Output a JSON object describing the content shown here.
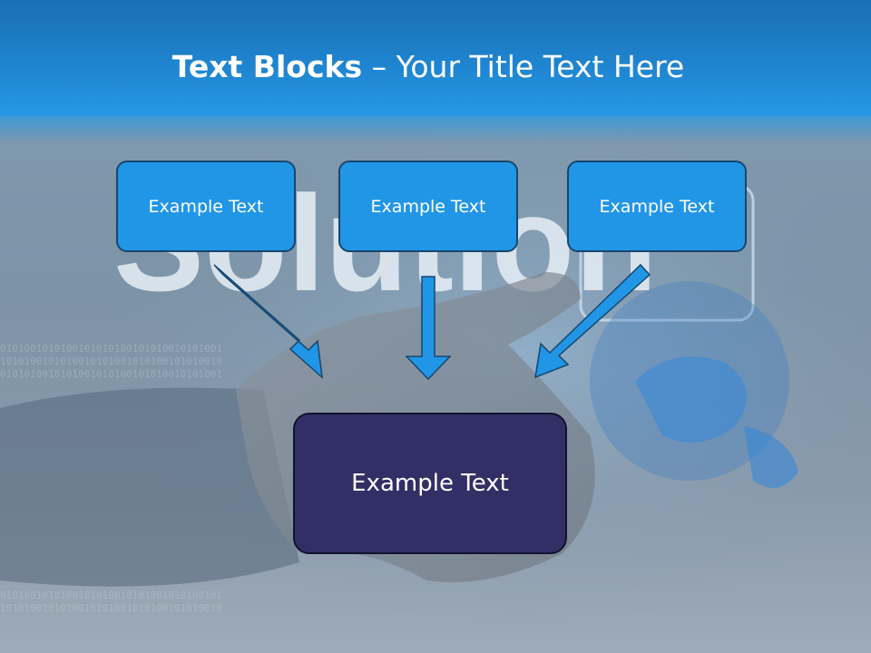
{
  "title": {
    "bold": "Text Blocks",
    "dash": " – ",
    "rest": "Your Title Text Here"
  },
  "boxes": {
    "left": "Example Text",
    "center": "Example Text",
    "right": "Example Text",
    "bottom": "Example Text"
  },
  "colors": {
    "header": "#1f84cf",
    "top_box_fill": "#2196e6",
    "top_box_border": "#17466e",
    "bottom_box_fill": "#322f66",
    "arrow": "#2196e6"
  },
  "background_watermark": "Solution"
}
